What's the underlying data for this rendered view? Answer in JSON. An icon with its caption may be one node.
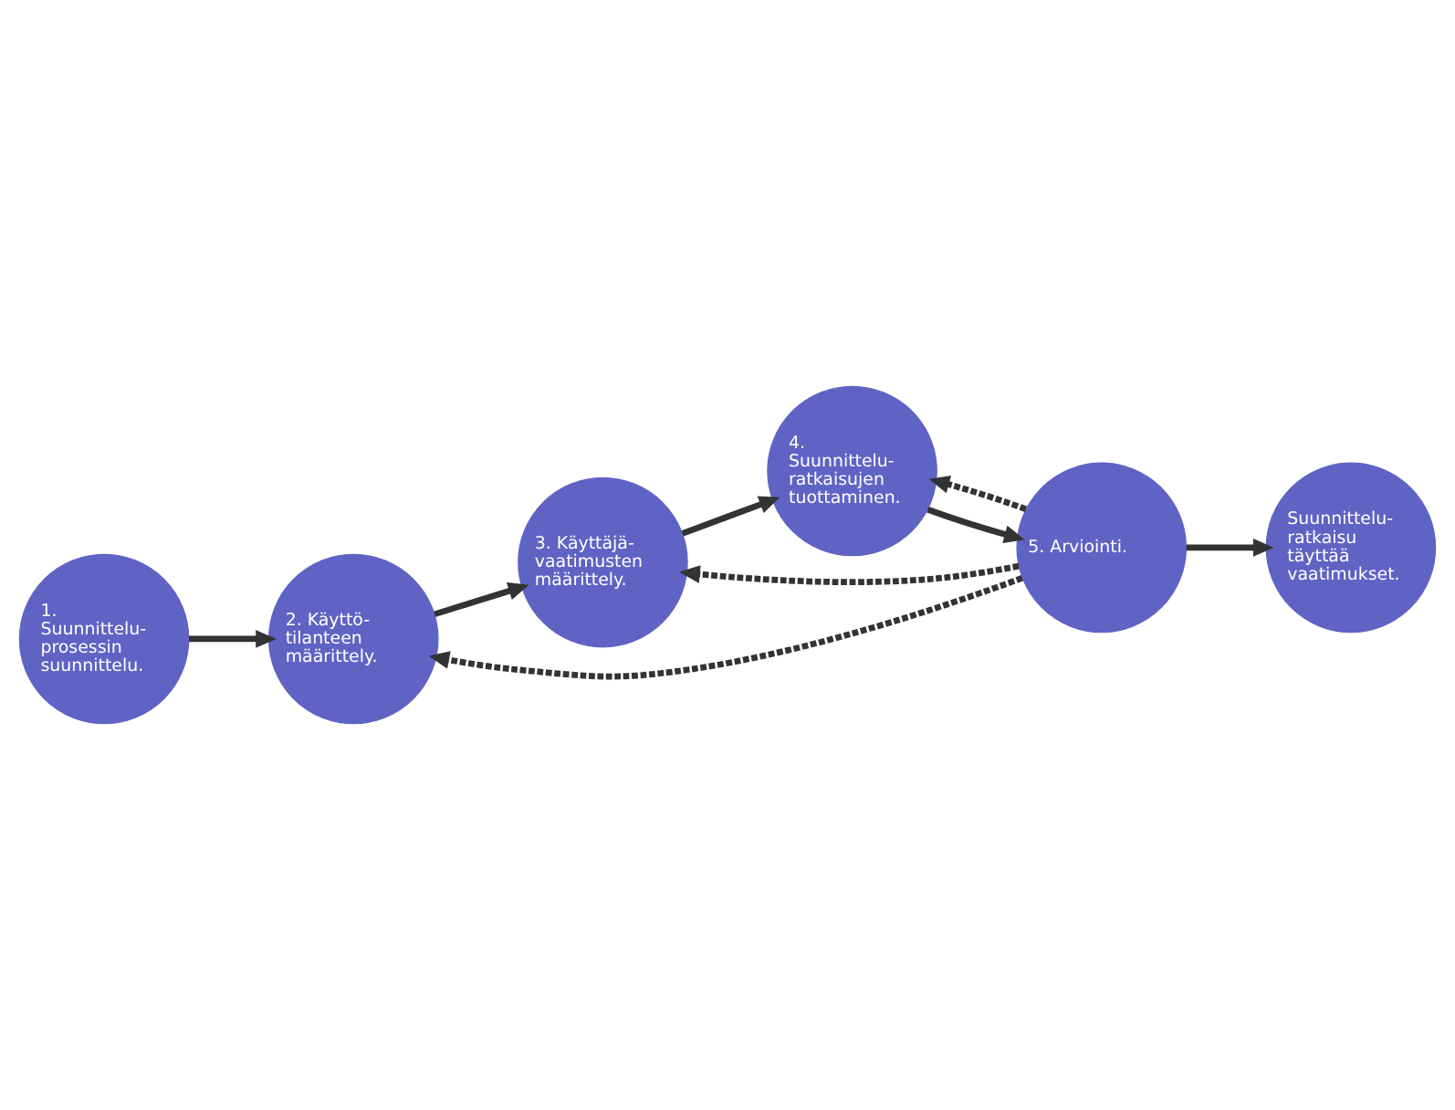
{
  "diagram": {
    "nodes": [
      {
        "text": [
          "1. Suunnittelu- prosessin suunnittelu."
        ]
      },
      {
        "text": [
          "2. Käyttö- tilanteen määrittely."
        ]
      },
      {
        "text": [
          "3. Käyttäjä- vaatimusten määrittely."
        ]
      },
      {
        "text": [
          "4. Suunnittelu- ratkaisujen tuottaminen."
        ]
      },
      {
        "text": [
          "5. Arviointi."
        ]
      },
      {
        "text": [
          "Suunnittelu- ratkaisu täyttää vaatimukset."
        ]
      }
    ],
    "edges": [
      {
        "from": 0,
        "to": 1,
        "arrow": "to"
      },
      {
        "from": 1,
        "to": 2,
        "arrow": "to"
      },
      {
        "from": 2,
        "to": 3,
        "arrow": "to"
      },
      {
        "from": 3,
        "to": 4,
        "arrow": "to"
      },
      {
        "from": 4,
        "to": 5,
        "arrow": "to"
      },
      {
        "from": 4,
        "to": 1,
        "arrow": "to",
        "style": "dashed"
      },
      {
        "from": 4,
        "to": 2,
        "arrow": "to",
        "style": "dashed"
      },
      {
        "from": 4,
        "to": 3,
        "arrow": "to",
        "style": "dashed"
      }
    ]
  }
}
